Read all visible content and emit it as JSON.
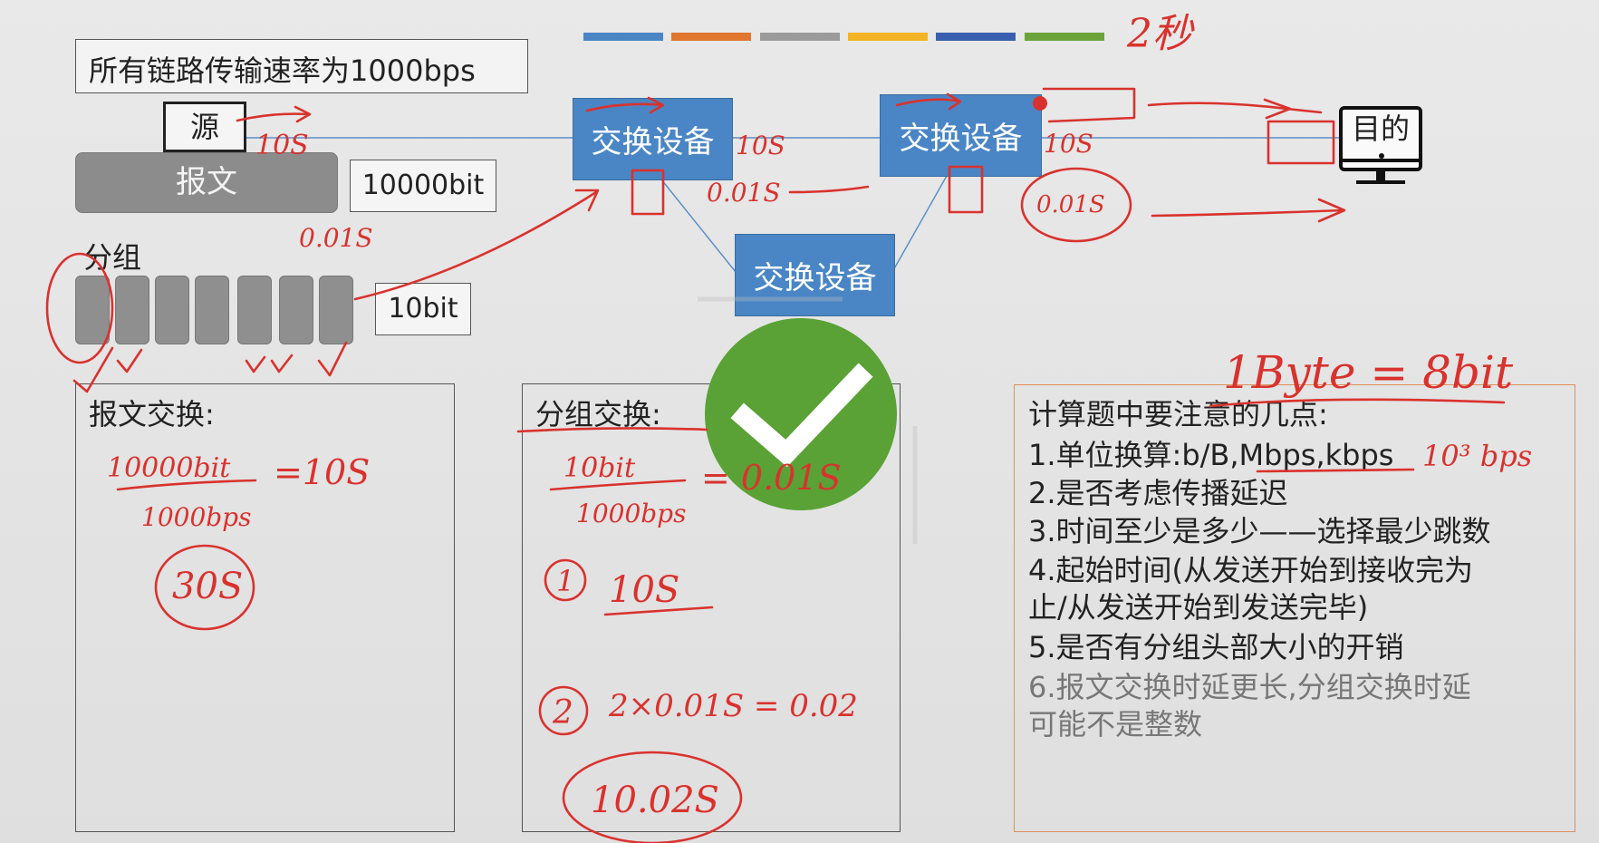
{
  "header": {
    "colorbar": [
      "#4a86c5",
      "#e0762f",
      "#9b9b9b",
      "#f2b424",
      "#3a5fb0",
      "#6aa43a"
    ]
  },
  "network": {
    "rate_note": "所有链路传输速率为1000bps",
    "source_label": "源",
    "message_label": "报文",
    "message_size": "10000bit",
    "packet_group_label": "分组",
    "packet_size": "10bit",
    "packet_count": 7,
    "switch_labels": [
      "交换设备",
      "交换设备",
      "交换设备"
    ],
    "destination_label": "目的",
    "destination_icon": "computer-monitor-icon"
  },
  "panels": {
    "message_switching_title": "报文交换:",
    "packet_switching_title": "分组交换:",
    "tips_title": "计算题中要注意的几点:",
    "tips": [
      "1.单位换算:b/B,Mbps,kbps",
      "2.是否考虑传播延迟",
      "3.时间至少是多少——选择最少跳数",
      "4.起始时间(从发送开始到接收完为",
      "止/从发送开始到发送完毕)",
      "5.是否有分组头部大小的开销",
      "6.报文交换时延更长,分组交换时延",
      "可能不是整数"
    ]
  },
  "annotations": {
    "handwriting": {
      "top_right": "2秒",
      "src_time": "10S",
      "sw1_time": "10S",
      "sw1_pkt": "0.01S",
      "sw2_time": "10S",
      "sw2_pkt": "0.01S",
      "pkt_time": "0.01S",
      "byte_note": "1Byte = 8bit",
      "kbps_note": "10³ bps",
      "msg_num": "10000bit",
      "msg_den": "1000bps",
      "msg_result": "=10S",
      "msg_total": "30S",
      "pkt_num": "10bit",
      "pkt_den": "1000bps",
      "pkt_result": "= 0.01S",
      "step1_mark": "1",
      "step1": "10S",
      "step2_mark": "2",
      "step2": "2×0.01S = 0.02",
      "total": "10.02S"
    },
    "ink_color": "#d9322e",
    "check_color": "#5aa235"
  }
}
